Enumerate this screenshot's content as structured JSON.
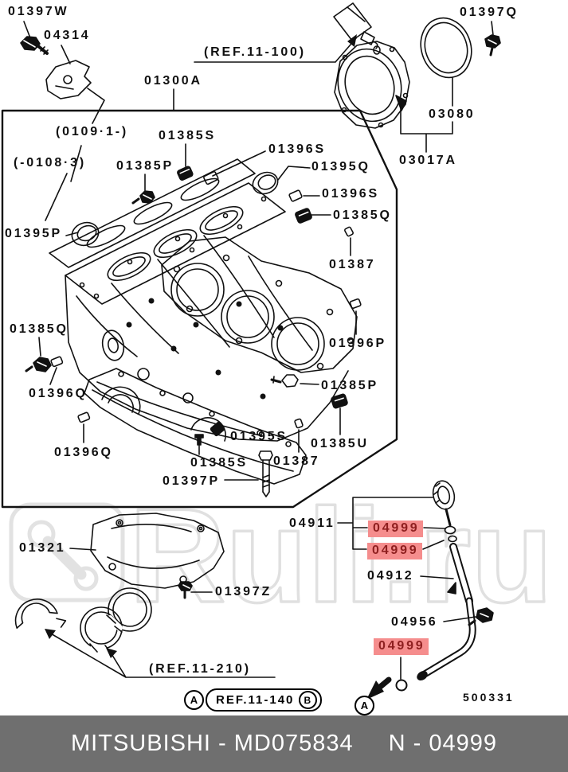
{
  "watermark": {
    "text": "Ruli.ru"
  },
  "drawing_code": "500331",
  "highlight": {
    "bg": "#f58d8d",
    "fg": "#8e1f1f"
  },
  "footer": {
    "left": "MITSUBISHI - MD075834",
    "right": "N - 04999",
    "bg": "#6f6f6f"
  },
  "callouts": {
    "a1": "A",
    "a2": "A",
    "b": "B",
    "ref_140": "REF.11-140"
  },
  "labels": [
    {
      "text": "01397W"
    },
    {
      "text": "04314"
    },
    {
      "text": "(REF.11-100)"
    },
    {
      "text": "01397Q"
    },
    {
      "text": "03080"
    },
    {
      "text": "03017A"
    },
    {
      "text": "01300A"
    },
    {
      "text": "(0109·1-)"
    },
    {
      "text": "01385S"
    },
    {
      "text": "(-0108·3)"
    },
    {
      "text": "01385P"
    },
    {
      "text": "01396S"
    },
    {
      "text": "01395Q"
    },
    {
      "text": "01396S"
    },
    {
      "text": "01385Q"
    },
    {
      "text": "01387"
    },
    {
      "text": "01395P"
    },
    {
      "text": "01385Q"
    },
    {
      "text": "01396Q"
    },
    {
      "text": "01396Q"
    },
    {
      "text": "01396P"
    },
    {
      "text": "01385P"
    },
    {
      "text": "01385U"
    },
    {
      "text": "01395S"
    },
    {
      "text": "01385S"
    },
    {
      "text": "01387"
    },
    {
      "text": "01397P"
    },
    {
      "text": "01321"
    },
    {
      "text": "01397Z"
    },
    {
      "text": "04911"
    },
    {
      "text": "04999",
      "highlighted": true
    },
    {
      "text": "04999",
      "highlighted": true
    },
    {
      "text": "04912"
    },
    {
      "text": "04956"
    },
    {
      "text": "04999",
      "highlighted": true
    },
    {
      "text": "(REF.11-210)"
    }
  ]
}
